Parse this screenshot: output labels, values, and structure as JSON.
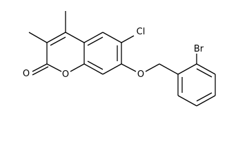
{
  "molecule": {
    "atoms": [
      {
        "id": "o_carbonyl",
        "label": "O"
      },
      {
        "id": "o_ring",
        "label": "O"
      },
      {
        "id": "o_ether",
        "label": "O"
      },
      {
        "id": "cl",
        "label": "Cl"
      },
      {
        "id": "br",
        "label": "Br"
      }
    ]
  },
  "colors": {
    "bond": "#000000",
    "label": "#000000",
    "background": "#ffffff"
  }
}
